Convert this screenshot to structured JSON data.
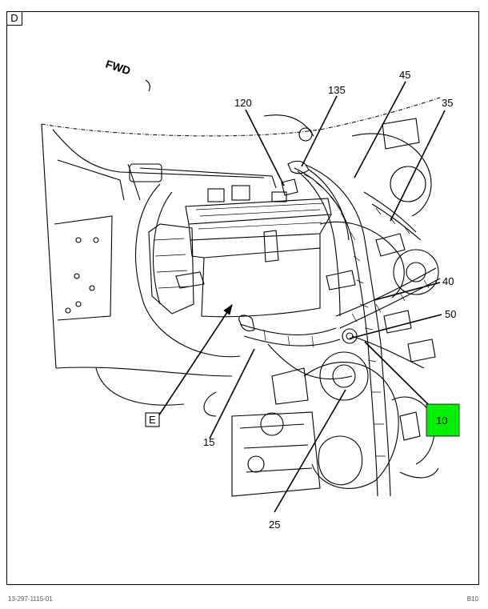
{
  "view_label": "D",
  "direction_label": "FWD",
  "callouts": {
    "c120": "120",
    "c135": "135",
    "c45": "45",
    "c35": "35",
    "c40": "40",
    "c50": "50",
    "c10": "10",
    "c15": "15",
    "c25": "25",
    "cE": "E"
  },
  "colors": {
    "highlight": "#00ee00"
  },
  "footer": {
    "left": "13-297-1115-01",
    "right": "B10"
  }
}
